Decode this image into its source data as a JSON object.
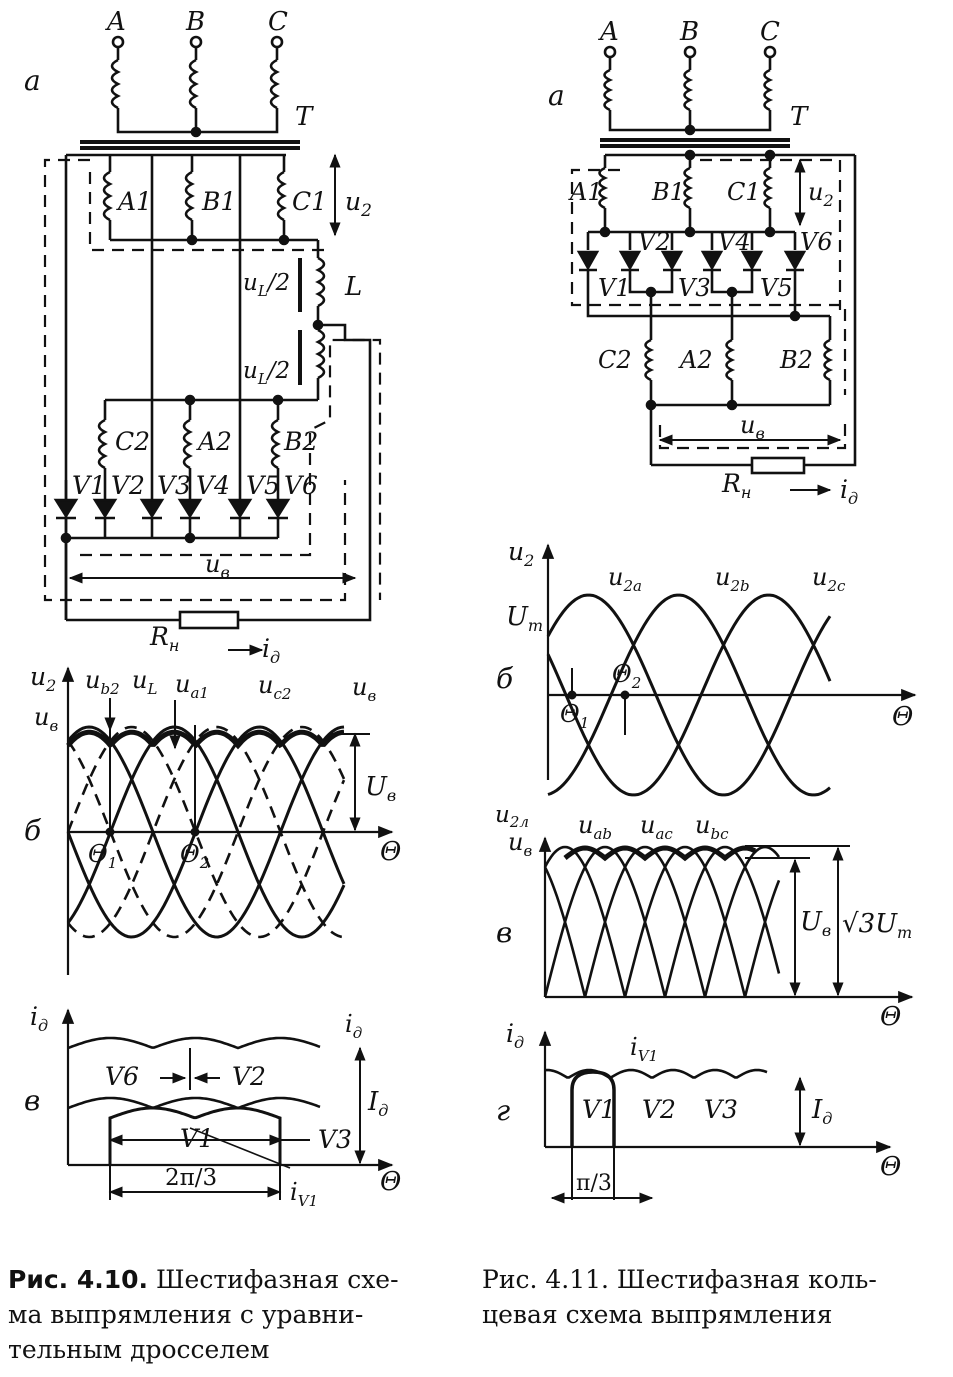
{
  "fig410": {
    "sub_a": "а",
    "sub_b": "б",
    "sub_v": "в",
    "phase_a": "A",
    "phase_b": "B",
    "phase_c": "C",
    "transformer": "T",
    "w_a1": "A1",
    "w_b1": "B1",
    "w_c1": "C1",
    "w_a2": "A2",
    "w_b2": "B2",
    "w_c2": "C2",
    "u2": "u",
    "u2_sub": "2",
    "inductor": "L",
    "ul2_top": "u",
    "ul2_top_sub": "L",
    "ul2_top_tail": "/2",
    "ul2_bot": "u",
    "ul2_bot_sub": "L",
    "ul2_bot_tail": "/2",
    "diodes": [
      "V1",
      "V2",
      "V3",
      "V4",
      "V5",
      "V6"
    ],
    "uv": "u",
    "uv_sub": "в",
    "rn": "R",
    "rn_sub": "н",
    "id": "i",
    "id_sub": "д",
    "graph_b": {
      "y_axis": "u",
      "y_sub": "2",
      "lbl_ub2": "u",
      "lbl_ub2_sub": "b2",
      "lbl_ul": "u",
      "lbl_ul_sub": "L",
      "lbl_ua1": "u",
      "lbl_ua1_sub": "a1",
      "lbl_uc2": "u",
      "lbl_uc2_sub": "c2",
      "lbl_uv_r": "u",
      "lbl_uv_r_sub": "в",
      "lbl_uv_l": "u",
      "lbl_uv_l_sub": "в",
      "lbl_Uv": "U",
      "lbl_Uv_sub": "в",
      "theta1": "Θ",
      "theta1_sub": "1",
      "theta2": "Θ",
      "theta2_sub": "2",
      "x_axis": "Θ"
    },
    "graph_v": {
      "y_axis": "i",
      "y_sub": "д",
      "lbl_id": "i",
      "lbl_id_sub": "д",
      "lbl_V6": "V6",
      "lbl_V2": "V2",
      "lbl_V1": "V1",
      "lbl_V3": "V3",
      "lbl_Id": "I",
      "lbl_Id_sub": "д",
      "lbl_iv1": "i",
      "lbl_iv1_sub": "V1",
      "period": "2π/3",
      "x_axis": "Θ"
    }
  },
  "fig411": {
    "sub_a": "а",
    "sub_b": "б",
    "sub_v": "в",
    "sub_g": "г",
    "phase_a": "A",
    "phase_b": "B",
    "phase_c": "C",
    "transformer": "T",
    "w_a1": "A1",
    "w_b1": "B1",
    "w_c1": "C1",
    "w_c2": "C2",
    "w_a2": "A2",
    "w_b2": "B2",
    "u2": "u",
    "u2_sub": "2",
    "diodes_top": [
      "V2",
      "V4",
      "V6"
    ],
    "diodes_bot": [
      "V1",
      "V3",
      "V5"
    ],
    "uv": "u",
    "uv_sub": "в",
    "rn": "R",
    "rn_sub": "н",
    "id": "i",
    "id_sub": "д",
    "graph_b": {
      "y_axis": "u",
      "y_sub": "2",
      "lbl_Um": "U",
      "lbl_Um_sub": "m",
      "lbl_u2a": "u",
      "lbl_u2a_sub": "2a",
      "lbl_u2b": "u",
      "lbl_u2b_sub": "2b",
      "lbl_u2c": "u",
      "lbl_u2c_sub": "2c",
      "theta1": "Θ",
      "theta1_sub": "1",
      "theta2": "Θ",
      "theta2_sub": "2",
      "x_axis": "Θ"
    },
    "graph_v": {
      "y_axis": "u",
      "y_sub": "2л",
      "lbl_uv": "u",
      "lbl_uv_sub": "в",
      "lbl_uab": "u",
      "lbl_uab_sub": "ab",
      "lbl_uac": "u",
      "lbl_uac_sub": "ac",
      "lbl_ubc": "u",
      "lbl_ubc_sub": "bc",
      "lbl_Uv": "U",
      "lbl_Uv_sub": "в",
      "lbl_sqrt3": "√3U",
      "lbl_sqrt3_sub": "m",
      "x_axis": "Θ"
    },
    "graph_g": {
      "y_axis": "i",
      "y_sub": "д",
      "lbl_iv1": "i",
      "lbl_iv1_sub": "V1",
      "lbl_V1": "V1",
      "lbl_V2": "V2",
      "lbl_V3": "V3",
      "lbl_Id": "I",
      "lbl_Id_sub": "д",
      "period": "π/3",
      "x_axis": "Θ"
    }
  },
  "captions": {
    "c410_bold": "Рис. 4.10.",
    "c410_l1": " Шестифазная схе-",
    "c410_l2": "ма выпрямления с уравни-",
    "c410_l3": "тельным дросселем",
    "c411_l1": "Рис. 4.11. Шестифазная коль-",
    "c411_l2": "цевая схема выпрямления"
  }
}
